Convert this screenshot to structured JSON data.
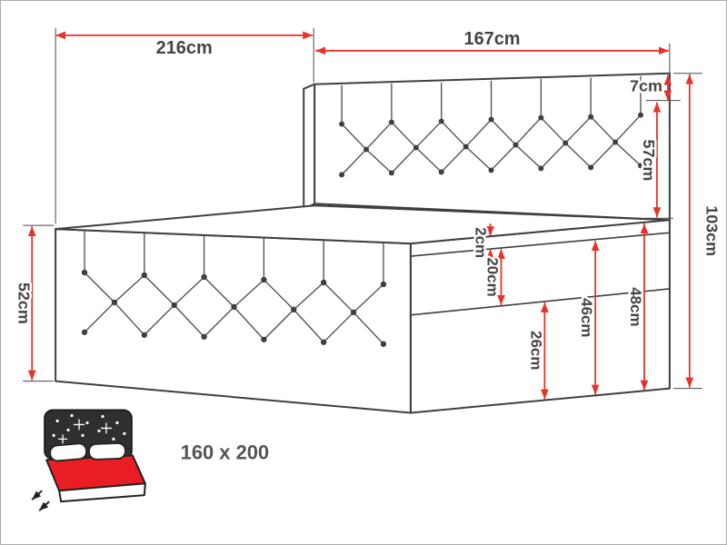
{
  "diagram": {
    "labels": {
      "bed_length": "216cm",
      "bed_width": "167cm",
      "headboard_edge": "7cm",
      "headboard_front": "57cm",
      "total_height": "103cm",
      "side_panel": "52cm",
      "mattress_lip": "2cm",
      "mattress": "20cm",
      "base": "26cm",
      "base_plus_mattress": "46cm",
      "top_to_floor": "48cm",
      "bed_size": "160 x 200"
    },
    "colors": {
      "dimension_red": "#e63329",
      "outline_dark": "#3f3f3f",
      "label_gray": "#454545",
      "icon_mattress_red": "#ea1c24"
    }
  }
}
